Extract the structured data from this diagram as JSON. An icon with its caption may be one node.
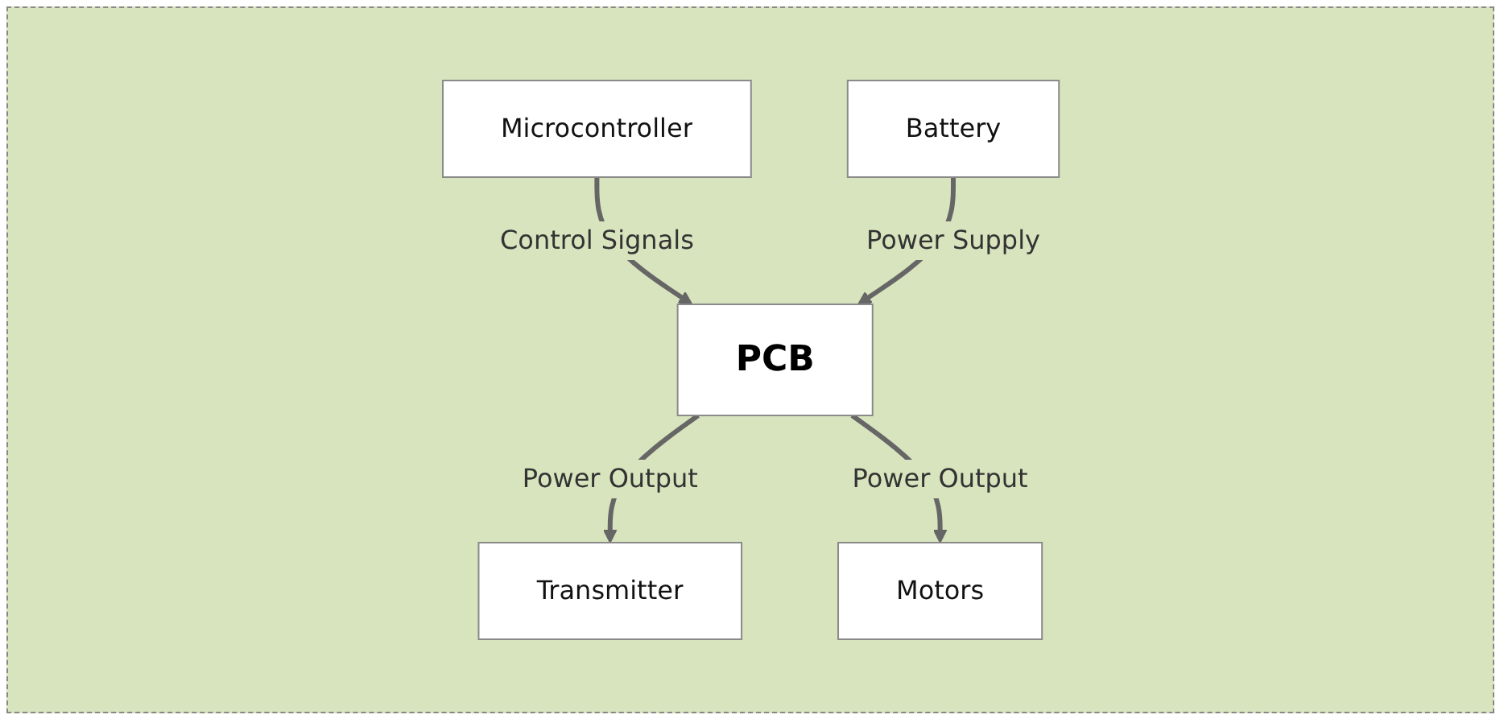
{
  "diagram": {
    "nodes": [
      {
        "text": [
          "Microcontroller"
        ]
      },
      {
        "text": [
          "PCB"
        ]
      },
      {
        "text": [
          "Battery"
        ]
      },
      {
        "text": [
          "Transmitter"
        ]
      },
      {
        "text": [
          "Motors"
        ]
      }
    ],
    "edges": [
      {
        "from": 0,
        "to": 1,
        "arrow": "to",
        "label": "Control Signals"
      },
      {
        "from": 2,
        "to": 1,
        "arrow": "to",
        "label": "Power Supply"
      },
      {
        "from": 1,
        "to": 3,
        "arrow": "to",
        "label": "Power Output"
      },
      {
        "from": 1,
        "to": 4,
        "arrow": "to",
        "label": "Power Output"
      }
    ]
  }
}
